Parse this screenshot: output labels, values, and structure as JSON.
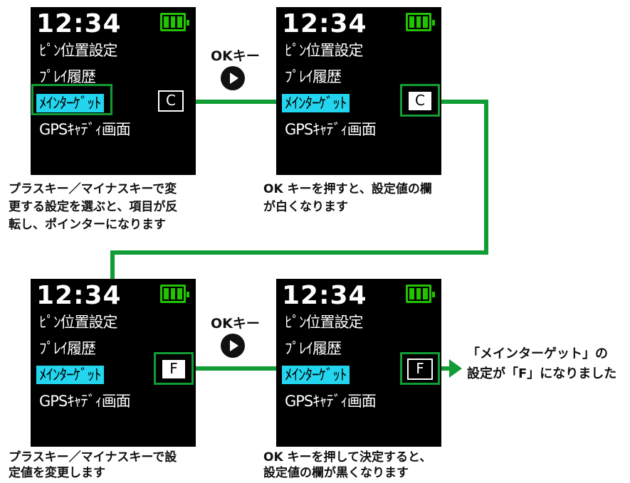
{
  "panels": [
    {
      "time": "12:34",
      "menu": [
        "ﾋﾟﾝ位置設定",
        "ﾌﾟﾚｲ履歴",
        "ﾒｲﾝﾀｰｹﾞｯﾄ",
        "GPSｷｬﾃﾞｨ画面"
      ],
      "selected_index": 2,
      "value": "C",
      "value_style": "dark",
      "caption": [
        "プラスキー／マイナスキーで変",
        "更する設定を選ぶと、項目が反",
        "転し、ポインターになります"
      ]
    },
    {
      "time": "12:34",
      "menu": [
        "ﾋﾟﾝ位置設定",
        "ﾌﾟﾚｲ履歴",
        "ﾒｲﾝﾀｰｹﾞｯﾄ",
        "GPSｷｬﾃﾞｨ画面"
      ],
      "selected_index": 2,
      "value": "C",
      "value_style": "white",
      "caption": [
        "OK キーを押すと、設定値の欄",
        "が白くなります"
      ]
    },
    {
      "time": "12:34",
      "menu": [
        "ﾋﾟﾝ位置設定",
        "ﾌﾟﾚｲ履歴",
        "ﾒｲﾝﾀｰｹﾞｯﾄ",
        "GPSｷｬﾃﾞｨ画面"
      ],
      "selected_index": 2,
      "value": "F",
      "value_style": "white",
      "caption": [
        "プラスキー／マイナスキーで設",
        "定値を変更します"
      ]
    },
    {
      "time": "12:34",
      "menu": [
        "ﾋﾟﾝ位置設定",
        "ﾌﾟﾚｲ履歴",
        "ﾒｲﾝﾀｰｹﾞｯﾄ",
        "GPSｷｬﾃﾞｨ画面"
      ],
      "selected_index": 2,
      "value": "F",
      "value_style": "dark",
      "caption": [
        "OK キーを押して決定すると、",
        "設定値の欄が黒くなります"
      ]
    }
  ],
  "ok_key_label": "OKキー",
  "result_text": [
    "「メインターゲット」の",
    "設定が「F」になりました"
  ],
  "colors": {
    "screen_bg": "#000000",
    "highlight": "#23d5ee",
    "battery": "#22c400",
    "connector": "#129c35"
  }
}
